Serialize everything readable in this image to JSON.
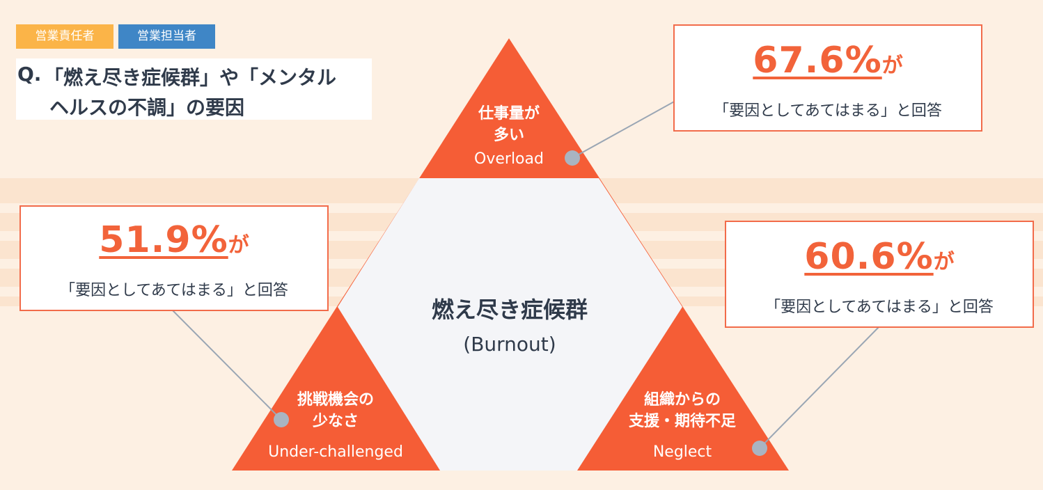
{
  "tags": {
    "responsible": "営業責任者",
    "staff": "営業担当者"
  },
  "question": {
    "prefix": "Q.",
    "line1": "「燃え尽き症候群」や「メンタル",
    "line2": "ヘルスの不調」の要因"
  },
  "center": {
    "jp": "燃え尽き症候群",
    "en": "(Burnout)"
  },
  "factors": {
    "top": {
      "jp1": "仕事量が",
      "jp2": "多い",
      "en": "Overload"
    },
    "left": {
      "jp1": "挑戦機会の",
      "jp2": "少なさ",
      "en": "Under-challenged"
    },
    "right": {
      "jp1": "組織からの",
      "jp2": "支援・期待不足",
      "en": "Neglect"
    }
  },
  "callouts": {
    "top": {
      "pct": "67.6%",
      "suffix": "が",
      "answer": "「要因としてあてはまる」と回答"
    },
    "left": {
      "pct": "51.9%",
      "suffix": "が",
      "answer": "「要因としてあてはまる」と回答"
    },
    "right": {
      "pct": "60.6%",
      "suffix": "が",
      "answer": "「要因としてあてはまる」と回答"
    }
  },
  "colors": {
    "accent": "#f2633a",
    "triangle": "#f55d36",
    "center_fill": "#f4f5f8",
    "text": "#2f3a4a"
  }
}
